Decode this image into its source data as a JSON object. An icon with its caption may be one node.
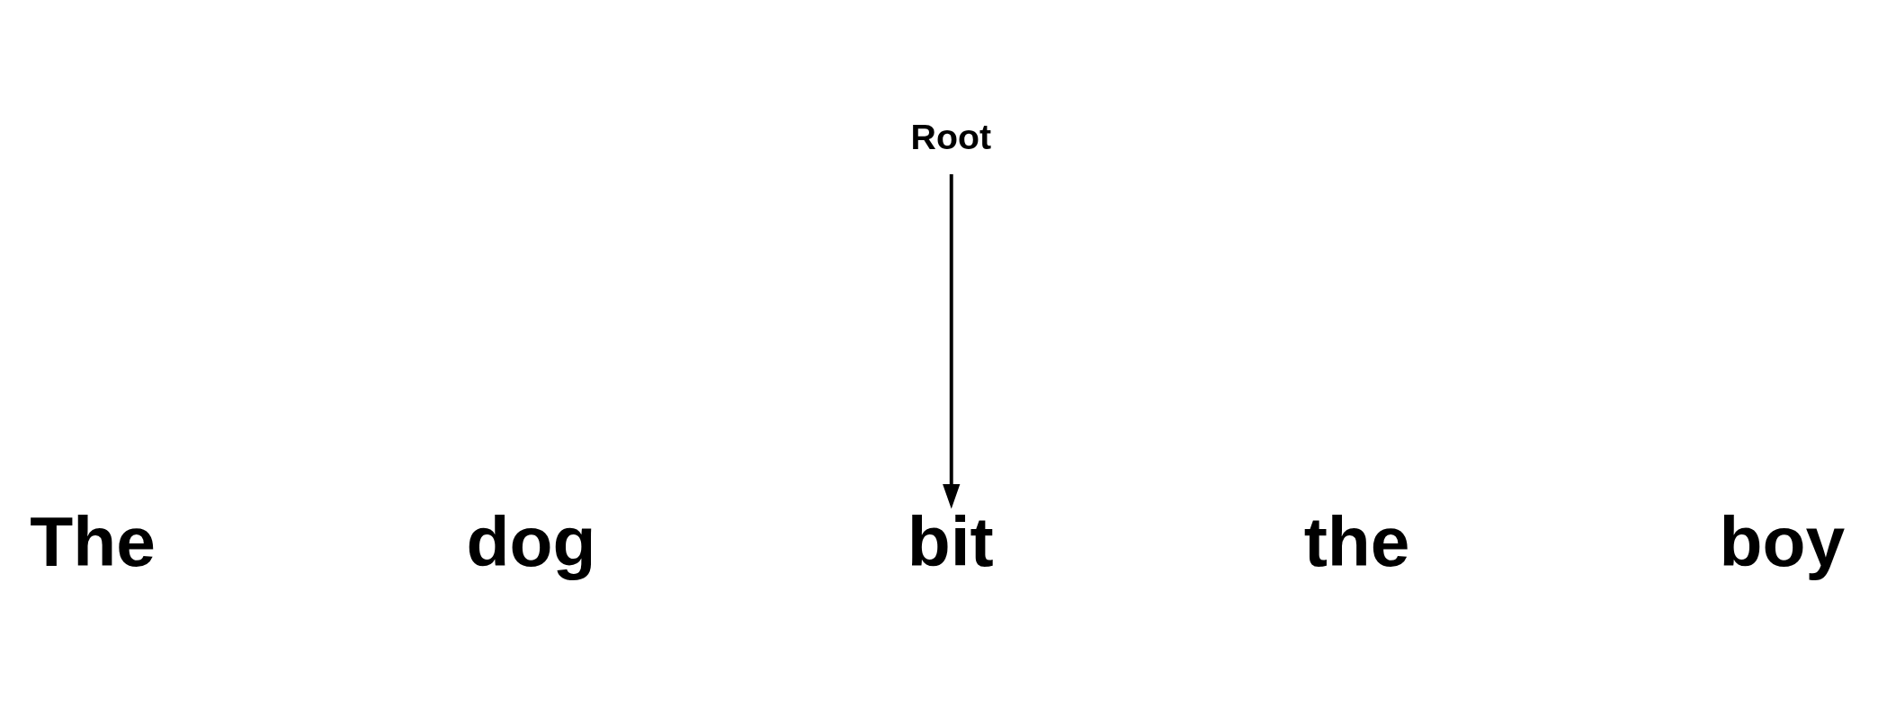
{
  "diagram": {
    "nodes": [
      {
        "text": [
          "Root"
        ]
      },
      {
        "text": [
          "The"
        ]
      },
      {
        "text": [
          "dog"
        ]
      },
      {
        "text": [
          "bit"
        ]
      },
      {
        "text": [
          "the"
        ]
      },
      {
        "text": [
          "boy"
        ]
      }
    ],
    "edges": [
      {
        "from": 0,
        "to": 3,
        "arrow": "to"
      }
    ]
  }
}
